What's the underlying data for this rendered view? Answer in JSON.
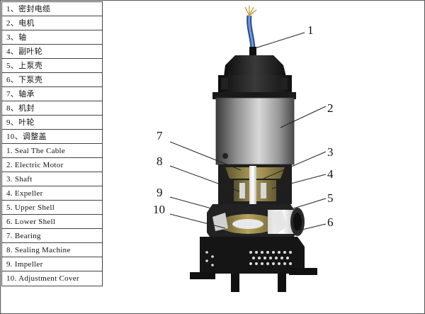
{
  "legend": [
    "1、密封电缆",
    "2、电机",
    "3、轴",
    "4、副叶轮",
    "5、上泵壳",
    "6、下泵壳",
    "7、轴承",
    "8、机封",
    "9、叶轮",
    "10、调整盖",
    "1. Seal The Cable",
    "2. Electric Motor",
    "3. Shaft",
    "4. Expeller",
    "5. Upper Shell",
    "6. Lower Shell",
    "7. Bearing",
    "8. Sealing Machine",
    "9. Impeller",
    "10. Adjustment Cover"
  ],
  "callouts": {
    "c1": "1",
    "c2": "2",
    "c3": "3",
    "c4": "4",
    "c5": "5",
    "c6": "6",
    "c7": "7",
    "c8": "8",
    "c9": "9",
    "c10": "10"
  },
  "colors": {
    "body_dark": "#1c1c1c",
    "motor_grey": "#8a8a8a",
    "cutaway_gold": "#9a8a4a",
    "cable_blue": "#4a74b8"
  }
}
